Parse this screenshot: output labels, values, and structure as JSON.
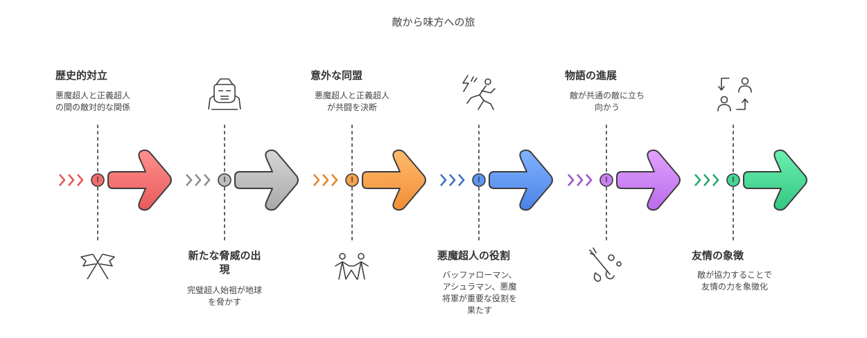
{
  "title": "敵から味方への旅",
  "colors": {
    "stage1": "#f26d6d",
    "stage2": "#bdbdbd",
    "stage3": "#f7a04b",
    "stage4": "#5b95ee",
    "stage5": "#c97ef2",
    "stage6": "#44d694",
    "outline": "#3c3c3c"
  },
  "stages": [
    {
      "heading": "歴史的対立",
      "desc_lines": [
        "悪魔超人と正義超人",
        "の間の敵対的な関係"
      ],
      "icon": "crossed-flags-icon"
    },
    {
      "heading_lines": [
        "新たな脅威の出",
        "現"
      ],
      "desc_lines": [
        "完璧超人始祖が地球",
        "を脅かす"
      ],
      "icon": "armored-robot-icon"
    },
    {
      "heading": "意外な同盟",
      "desc_lines": [
        "悪魔超人と正義超人",
        "が共闘を決断"
      ],
      "icon": "people-holding-hands-icon"
    },
    {
      "heading": "悪魔超人の役割",
      "desc_lines": [
        "バッファローマン、",
        "アシュラマン、悪魔",
        "将軍が重要な役割を",
        "果たす"
      ],
      "icon": "person-struck-by-lightning-icon"
    },
    {
      "heading": "物語の進展",
      "desc_lines": [
        "敵が共通の敵に立ち",
        "向かう"
      ],
      "icon": "hand-with-brush-icon"
    },
    {
      "heading": "友情の象徴",
      "desc_lines": [
        "敵が協力することで",
        "友情の力を象徴化"
      ],
      "icon": "exchange-people-icon"
    }
  ]
}
